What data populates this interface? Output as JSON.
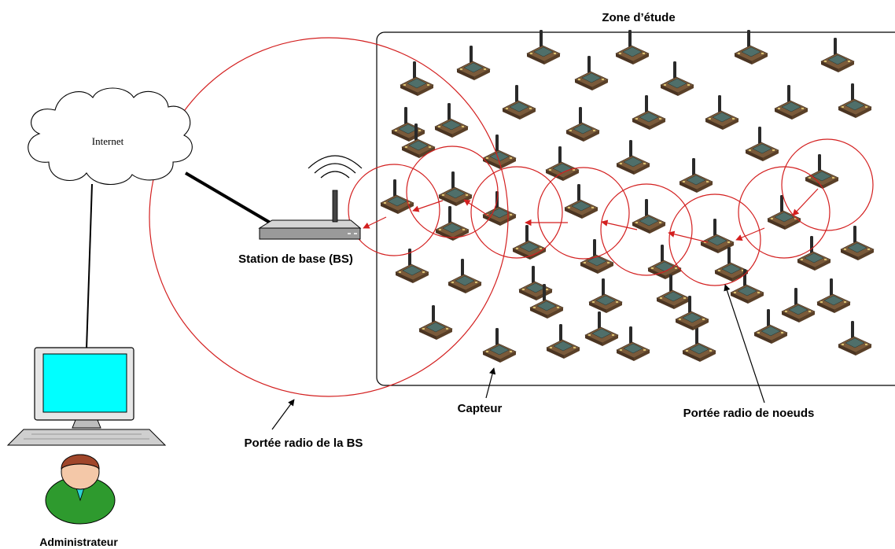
{
  "labels": {
    "zone": "Zone d’étude",
    "internet": "Internet",
    "base_station": "Station de base (BS)",
    "sensor": "Capteur",
    "bs_range": "Portée radio de la BS",
    "node_range": "Portée radio de noeuds",
    "admin": "Administrateur"
  },
  "colors": {
    "range_circle": "#d31f1f",
    "monitor_screen": "#00ffff",
    "admin_shirt": "#2e9a2e",
    "admin_hair": "#a0462a",
    "sensor_board": "#7a5a3a",
    "sensor_chip": "#4f6f6a"
  },
  "icons": {
    "cloud": "cloud-icon",
    "router": "router-icon",
    "sensor": "sensor-node-icon",
    "computer": "computer-icon",
    "person": "person-icon"
  }
}
